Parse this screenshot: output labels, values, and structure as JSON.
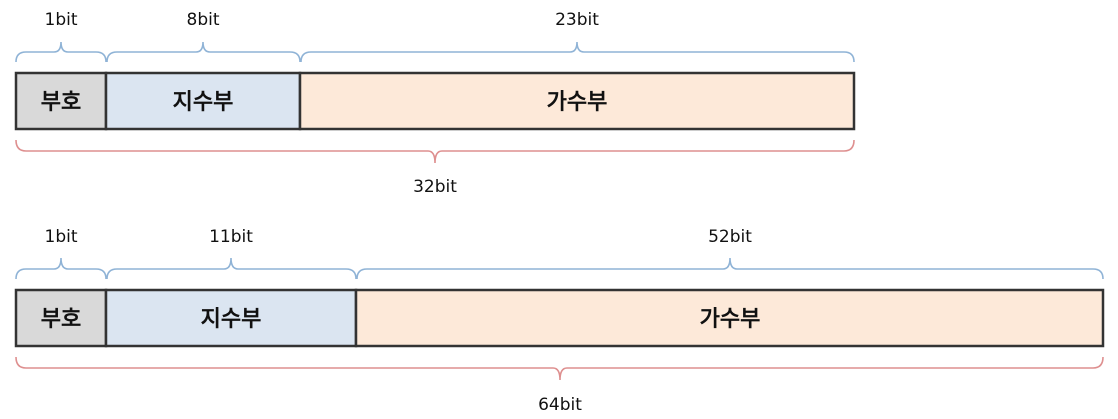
{
  "colors": {
    "sign_fill": "#d9d9d9",
    "exponent_fill": "#dbe5f1",
    "mantissa_fill": "#fde9d9",
    "field_brace": "#8fb3d6",
    "total_brace": "#de8f8f",
    "border": "#333333"
  },
  "formats": [
    {
      "total_label": "32bit",
      "fields": [
        {
          "label": "부호",
          "bits_label": "1bit"
        },
        {
          "label": "지수부",
          "bits_label": "8bit"
        },
        {
          "label": "가수부",
          "bits_label": "23bit"
        }
      ]
    },
    {
      "total_label": "64bit",
      "fields": [
        {
          "label": "부호",
          "bits_label": "1bit"
        },
        {
          "label": "지수부",
          "bits_label": "11bit"
        },
        {
          "label": "가수부",
          "bits_label": "52bit"
        }
      ]
    }
  ]
}
